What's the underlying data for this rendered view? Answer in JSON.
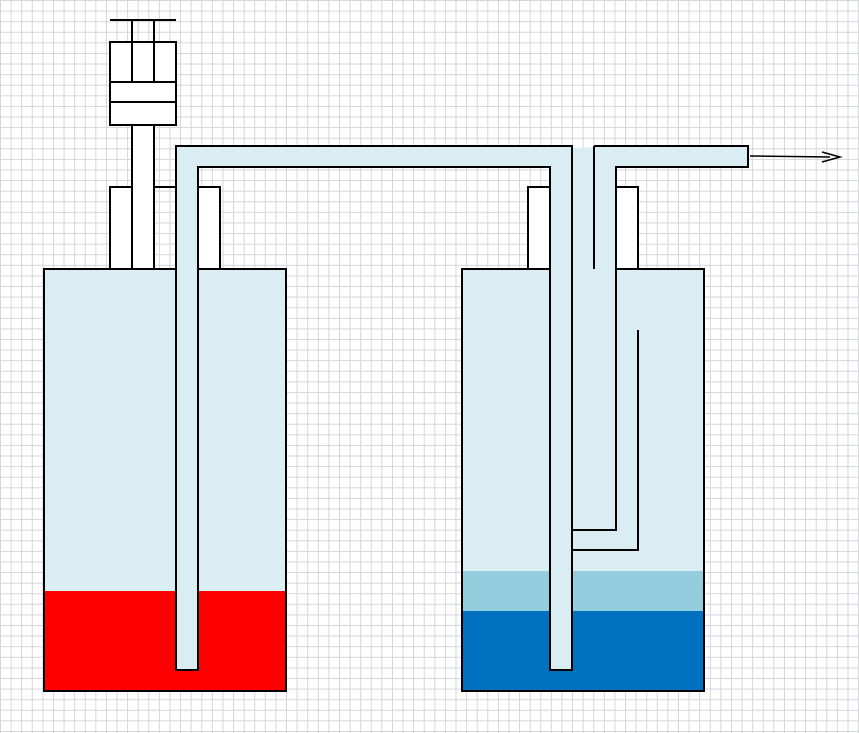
{
  "diagram": {
    "apparatus": [
      {
        "id": "left-bottle",
        "fill_color": "#ff0000",
        "fill_level_fraction": 0.24
      },
      {
        "id": "right-bottle",
        "layers": [
          {
            "color": "#94cddd",
            "fraction": 0.095
          },
          {
            "color": "#0070c0",
            "fraction": 0.19
          }
        ]
      }
    ],
    "colors": {
      "glass": "#daedf2",
      "outline": "#000000",
      "grid": "#d4d4dc",
      "red_liquid": "#ff0000",
      "blue_liquid": "#0070c0",
      "light_blue_liquid": "#94cddd"
    },
    "outlet_arrow": "arrow-right"
  }
}
